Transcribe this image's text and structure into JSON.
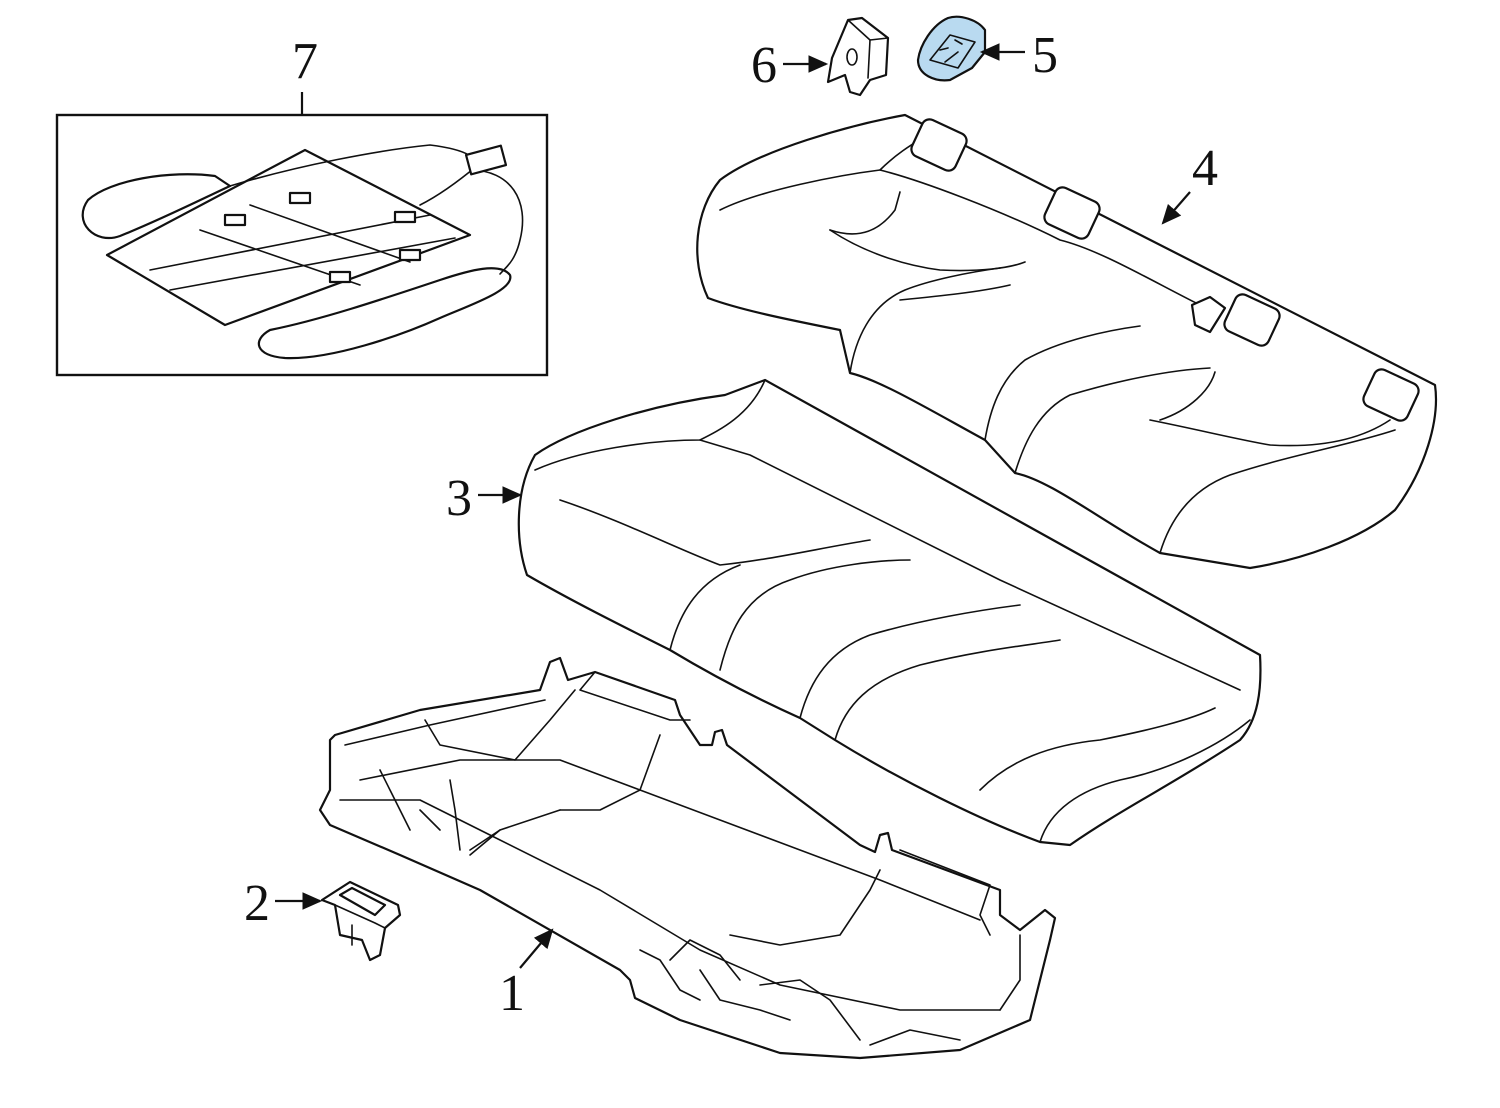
{
  "callouts": [
    {
      "number": "1"
    },
    {
      "number": "2"
    },
    {
      "number": "3"
    },
    {
      "number": "4"
    },
    {
      "number": "5"
    },
    {
      "number": "6"
    },
    {
      "number": "7"
    }
  ],
  "highlighted_part": "5",
  "colors": {
    "line": "#111111",
    "highlight": "#b9daf0",
    "background": "#ffffff"
  }
}
